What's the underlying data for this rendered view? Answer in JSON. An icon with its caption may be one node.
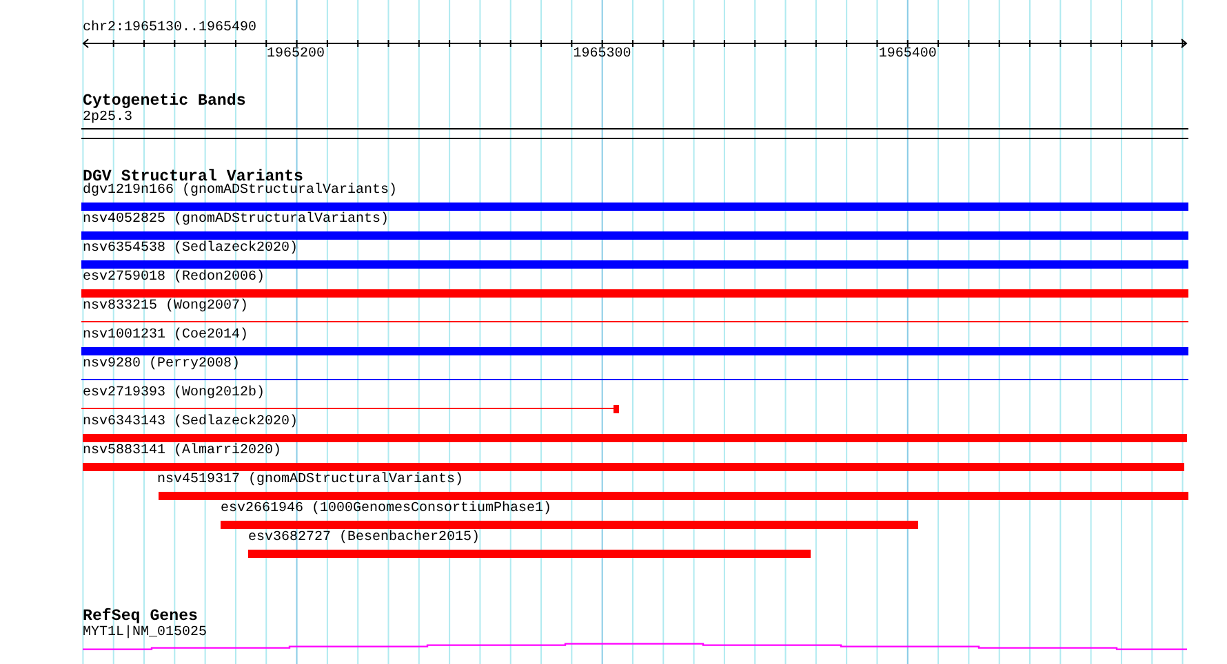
{
  "diagram": {
    "nodes": [
      {
        "text": [
          "2p25.3"
        ]
      },
      {
        "text": [
          "dgv1219n166 (gnomADStructuralVariants)"
        ]
      },
      {
        "text": [
          "nsv4052825 (gnomADStructuralVariants)"
        ]
      },
      {
        "text": [
          "nsv6354538 (Sedlazeck2020)"
        ]
      },
      {
        "text": [
          "esv2759018 (Redon2006)"
        ]
      },
      {
        "text": [
          "nsv833215 (Wong2007)"
        ]
      },
      {
        "text": [
          "nsv1001231 (Coe2014)"
        ]
      },
      {
        "text": [
          "nsv9280 (Perry2008)"
        ]
      },
      {
        "text": [
          "esv2719393 (Wong2012b)"
        ]
      },
      {
        "text": [
          "nsv6343143 (Sedlazeck2020)"
        ]
      },
      {
        "text": [
          "nsv5883141 (Almarri2020)"
        ]
      },
      {
        "text": [
          "nsv4519317 (gnomADStructuralVariants)"
        ]
      },
      {
        "text": [
          "esv2661946 (1000GenomesConsortiumPhase1)"
        ]
      },
      {
        "text": [
          "esv3682727 (Besenbacher2015)"
        ]
      },
      {
        "text": [
          "MYT1L|NM_015025"
        ]
      }
    ],
    "labels": [
      "chr2:1965130..1965490",
      "1965200",
      "1965300",
      "1965400",
      "Cytogenetic Bands",
      "DGV Structural Variants",
      "RefSeq Genes"
    ]
  }
}
